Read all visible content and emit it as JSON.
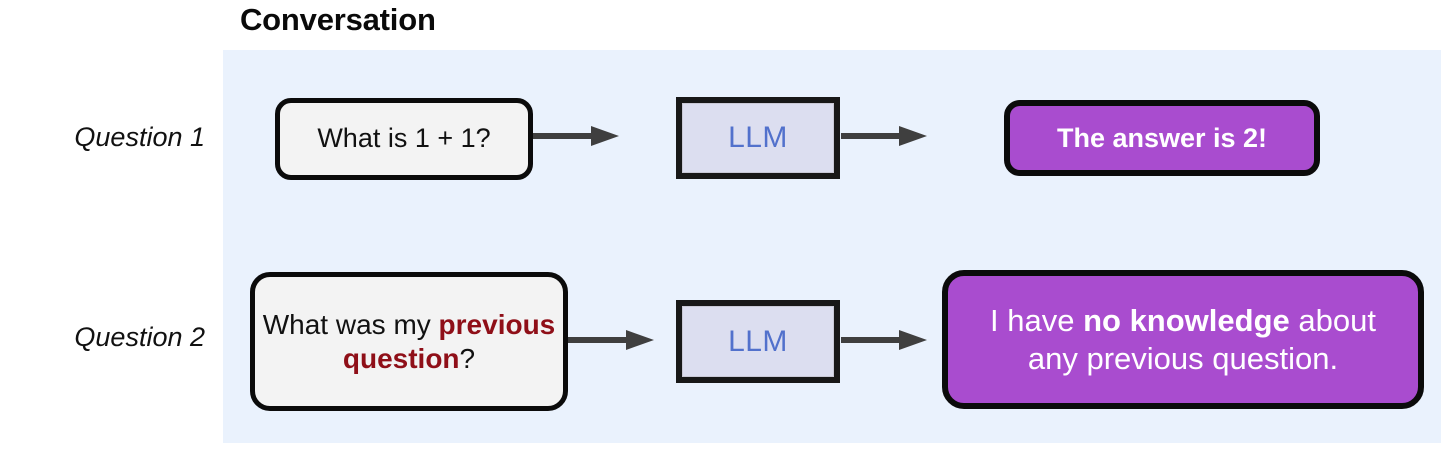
{
  "panel": {
    "title": "Conversation",
    "background_color": "#eaf2fd"
  },
  "rows": [
    {
      "label": "Question 1",
      "question": {
        "text_plain": "What is 1 + 1?",
        "segments": [
          {
            "text": "What is 1 + 1?",
            "style": "normal"
          }
        ],
        "fill_color": "#f3f3f3",
        "border_color": "#0b0b0b"
      },
      "model": {
        "label": "LLM",
        "fill_color": "#dcdef0",
        "text_color": "#5271cc"
      },
      "answer": {
        "text_plain": "The answer is 2!",
        "segments": [
          {
            "text": "The answer is 2!",
            "style": "bold"
          }
        ],
        "fill_color": "#a94ccf",
        "text_color": "#ffffff"
      }
    },
    {
      "label": "Question 2",
      "question": {
        "text_plain": "What was my previous question?",
        "segments": [
          {
            "text": "What was my ",
            "style": "normal"
          },
          {
            "text": "previous question",
            "style": "highlight-red-bold"
          },
          {
            "text": "?",
            "style": "normal"
          }
        ],
        "fill_color": "#f3f3f3",
        "border_color": "#0b0b0b",
        "highlight_color": "#8f0f18"
      },
      "model": {
        "label": "LLM",
        "fill_color": "#dcdef0",
        "text_color": "#5271cc"
      },
      "answer": {
        "text_plain": "I have no knowledge about any previous question.",
        "segments": [
          {
            "text": "I have ",
            "style": "normal"
          },
          {
            "text": "no knowledge",
            "style": "bold"
          },
          {
            "text": " about any previous question.",
            "style": "normal"
          }
        ],
        "fill_color": "#a94ccf",
        "text_color": "#ffffff"
      }
    }
  ],
  "arrows": {
    "color": "#3f3f3f",
    "icon": "arrow-right-icon",
    "count": 4
  }
}
